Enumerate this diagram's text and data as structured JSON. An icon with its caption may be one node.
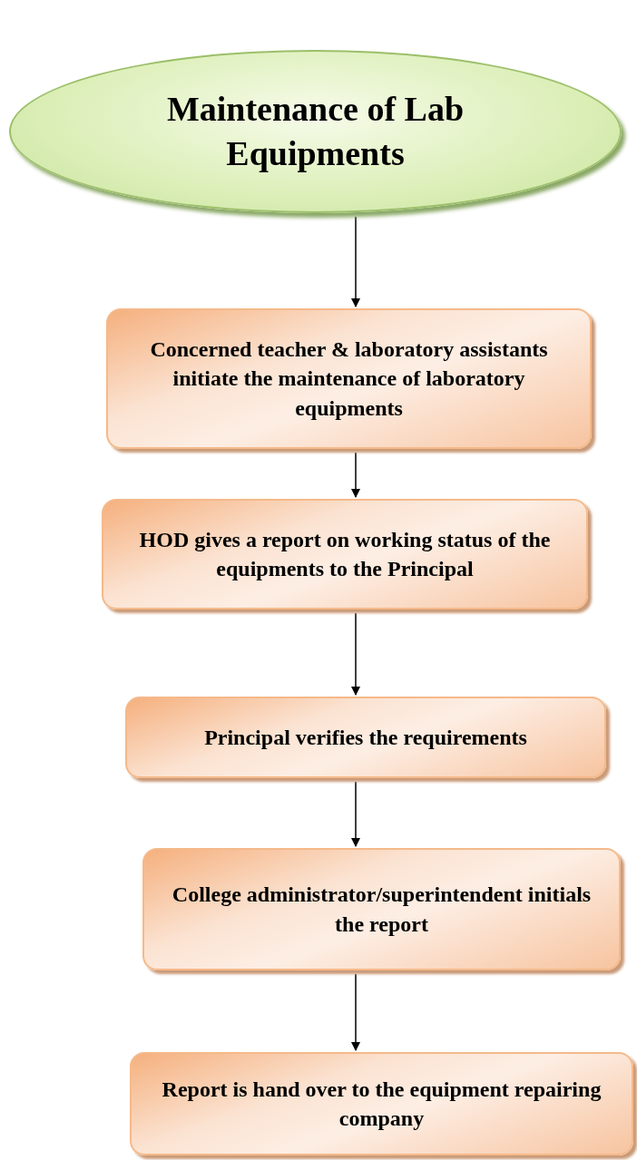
{
  "diagram": {
    "nodes": [
      {
        "text": [
          "Maintenance of Lab Equipments"
        ]
      },
      {
        "text": [
          "Concerned teacher & laboratory assistants initiate the maintenance of laboratory equipments"
        ]
      },
      {
        "text": [
          "HOD gives a report on working status of the equipments to the Principal"
        ]
      },
      {
        "text": [
          "Principal verifies the requirements"
        ]
      },
      {
        "text": [
          "College administrator/superintendent initials the report"
        ]
      },
      {
        "text": [
          "Report is hand over to the equipment repairing company"
        ]
      }
    ],
    "edges": [
      {
        "from": 0,
        "to": 1,
        "arrow": "to"
      },
      {
        "from": 1,
        "to": 2,
        "arrow": "to"
      },
      {
        "from": 2,
        "to": 3,
        "arrow": "to"
      },
      {
        "from": 3,
        "to": 4,
        "arrow": "to"
      },
      {
        "from": 4,
        "to": 5,
        "arrow": "to"
      }
    ]
  }
}
